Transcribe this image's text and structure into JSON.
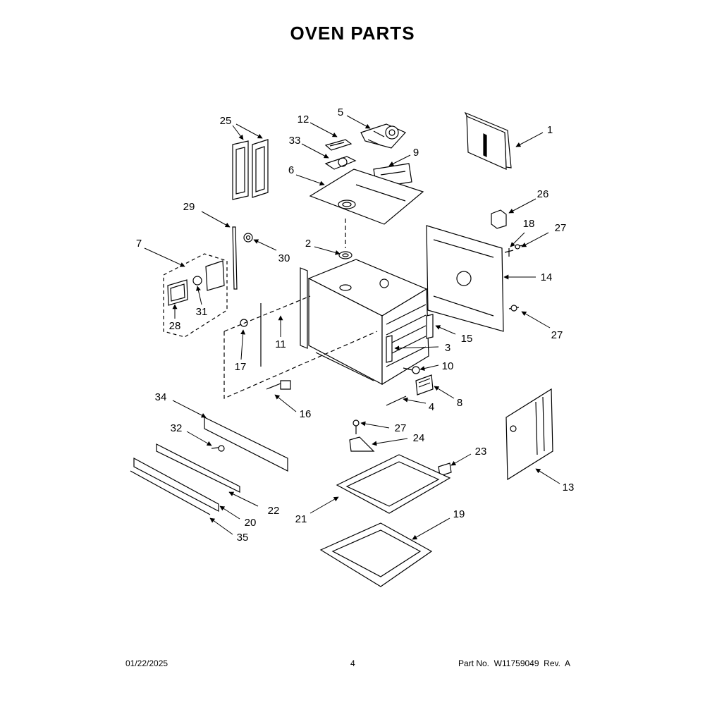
{
  "title": "OVEN PARTS",
  "callouts": {
    "c1": "1",
    "c2": "2",
    "c3": "3",
    "c4": "4",
    "c5": "5",
    "c6": "6",
    "c7": "7",
    "c8": "8",
    "c9": "9",
    "c10": "10",
    "c11": "11",
    "c12": "12",
    "c13": "13",
    "c14": "14",
    "c15": "15",
    "c16": "16",
    "c17": "17",
    "c18": "18",
    "c19": "19",
    "c20": "20",
    "c21": "21",
    "c22": "22",
    "c23": "23",
    "c24": "24",
    "c25": "25",
    "c26": "26",
    "c27a": "27",
    "c27b": "27",
    "c27c": "27",
    "c28": "28",
    "c29": "29",
    "c30": "30",
    "c31": "31",
    "c32": "32",
    "c33": "33",
    "c34": "34",
    "c35": "35"
  },
  "footer": {
    "date": "01/22/2025",
    "page": "4",
    "part": "Part No.  W11759049  Rev.  A"
  }
}
